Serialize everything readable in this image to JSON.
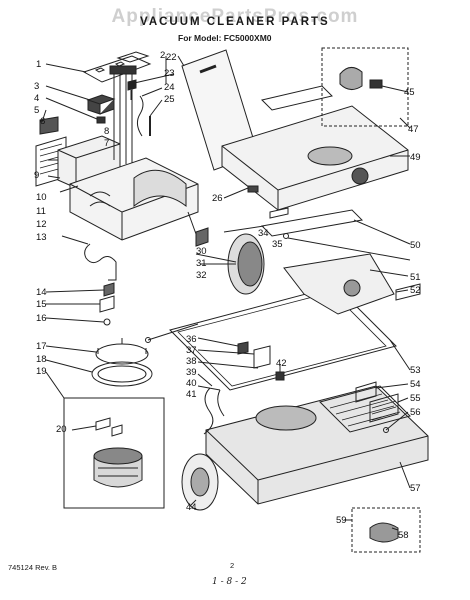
{
  "watermark": "AppliancePartsPros.com",
  "title": "VACUUM CLEANER PARTS",
  "model_line": "For Model: FC5000XM0",
  "footer": {
    "doc_code": "745124 Rev. B",
    "page_number": "2",
    "handwritten": "1 - 8 - 2"
  },
  "callouts": [
    "1",
    "2",
    "3",
    "4",
    "5",
    "6",
    "7",
    "8",
    "9",
    "10",
    "11",
    "12",
    "13",
    "14",
    "15",
    "16",
    "17",
    "18",
    "19",
    "20",
    "22",
    "23",
    "24",
    "25",
    "26",
    "30",
    "31",
    "32",
    "34",
    "35",
    "36",
    "37",
    "38",
    "39",
    "40",
    "41",
    "42",
    "44",
    "45",
    "47",
    "49",
    "50",
    "51",
    "52",
    "53",
    "54",
    "55",
    "56",
    "57",
    "58",
    "59"
  ]
}
